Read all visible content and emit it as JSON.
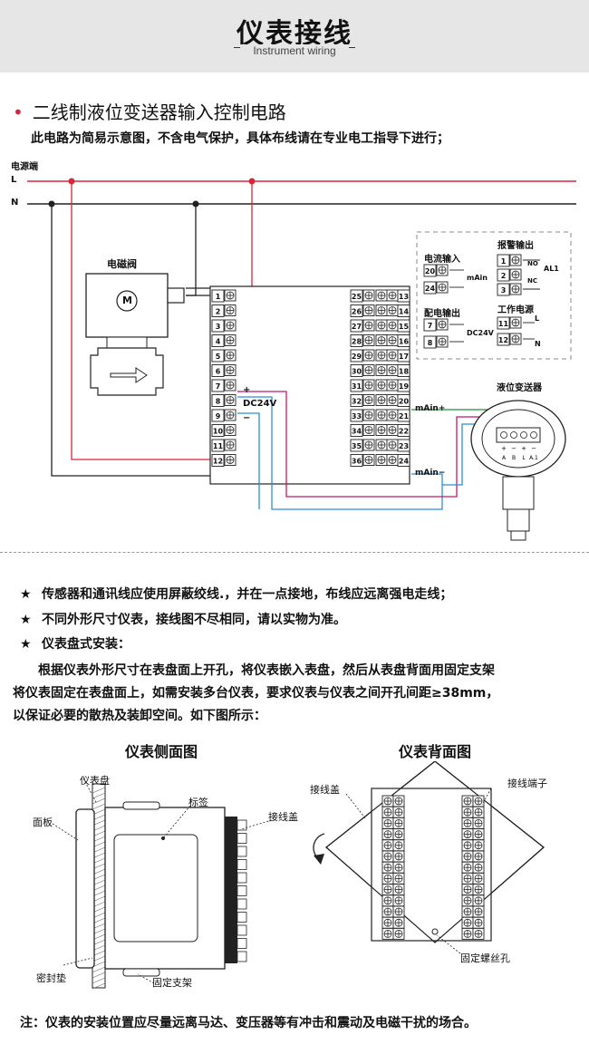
{
  "header": {
    "title": "仪表接线",
    "subtitle": "Instrument wiring"
  },
  "section": {
    "title": "二线制液位变送器输入控制电路",
    "note": "此电路为简易示意图，不含电气保护，具体布线请在专业电工指导下进行；"
  },
  "circuit": {
    "power_label": "电源端",
    "line_L": "L",
    "line_N": "N",
    "valve_label": "电磁阀",
    "motor_symbol": "M",
    "left_terminals": [
      "1",
      "2",
      "3",
      "4",
      "5",
      "6",
      "7",
      "8",
      "9",
      "10",
      "11",
      "12"
    ],
    "mid_terminals": [
      "25",
      "26",
      "27",
      "28",
      "29",
      "30",
      "31",
      "32",
      "33",
      "34",
      "35",
      "36"
    ],
    "right_terminals": [
      "13",
      "14",
      "15",
      "16",
      "17",
      "18",
      "19",
      "20",
      "21",
      "22",
      "23",
      "24"
    ],
    "plus": "+",
    "minus": "−",
    "dc24v": "DC24V",
    "main_plus": "mAin+",
    "main_minus": "mAin−",
    "legend": {
      "current_input": "电流输入",
      "ci_t1": "20",
      "ci_t2": "24",
      "ci_unit": "mAin",
      "power_output": "配电输出",
      "po_t1": "7",
      "po_t2": "8",
      "po_unit": "DC24V",
      "alarm_output": "报警输出",
      "al_t1": "1",
      "al_t2": "2",
      "al_t3": "3",
      "no": "NO",
      "nc": "NC",
      "al1": "AL1",
      "work_power": "工作电源",
      "wp_t1": "11",
      "wp_t2": "12",
      "wp_l": "L",
      "wp_n": "N"
    },
    "transmitter_label": "液位变送器",
    "transmitter_terms": [
      "+",
      "−",
      "+",
      "−"
    ],
    "transmitter_tags": [
      "A",
      "B",
      "L",
      "A.1"
    ]
  },
  "bullets": [
    "传感器和通讯线应使用屏蔽绞线.，并在一点接地，布线应远离强电走线；",
    "不同外形尺寸仪表，接线图不尽相同，请以实物为准。",
    "仪表盘式安装："
  ],
  "bullet_star": "★",
  "install_paragraph": [
    "　　根据仪表外形尺寸在表盘面上开孔，将仪表嵌入表盘，然后从表盘背面用固定支架",
    "将仪表固定在表盘面上，如需安装多台仪表，要求仪表与仪表之间开孔间距≥38mm，",
    "以保证必要的散热及装卸空间。如下图所示："
  ],
  "side_view": {
    "title": "仪表侧面图",
    "panel": "仪表盘",
    "face": "面板",
    "tag": "标签",
    "cover": "接线盖",
    "gasket": "密封垫",
    "bracket": "固定支架"
  },
  "back_view": {
    "title": "仪表背面图",
    "cover": "接线盖",
    "terminal": "接线端子",
    "screw_hole": "固定螺丝孔"
  },
  "footer": "注：仪表的安装位置应尽量远离马达、变压器等有冲击和震动及电磁干扰的场合。",
  "colors": {
    "live": "#d9263b",
    "neutral": "#222222",
    "signal_pink": "#c2186e",
    "signal_blue": "#2b8fd6",
    "signal_green": "#1f8f3a"
  }
}
